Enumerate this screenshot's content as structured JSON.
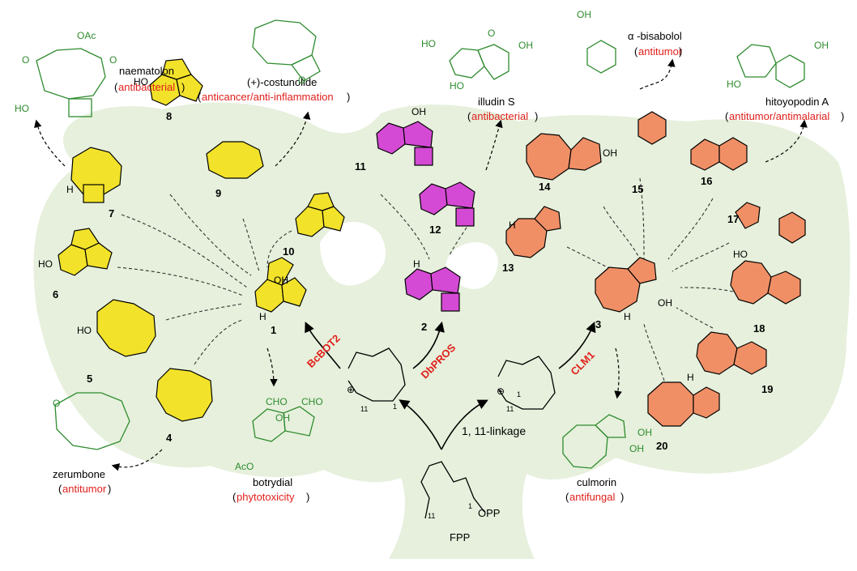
{
  "compound_numbers": {
    "c1": "1",
    "c2": "2",
    "c3": "3",
    "c4": "4",
    "c5": "5",
    "c6": "6",
    "c7": "7",
    "c8": "8",
    "c9": "9",
    "c10": "10",
    "c11": "11",
    "c12": "12",
    "c13": "13",
    "c14": "14",
    "c15": "15",
    "c16": "16",
    "c17": "17",
    "c18": "18",
    "c19": "19",
    "c20": "20"
  },
  "natural_products": {
    "naematolon": {
      "name": "naematolon",
      "activity": "antibacterial"
    },
    "costunolide": {
      "name": "(+)-costunolide",
      "activity": "anticancer/anti-inflammation"
    },
    "illudin": {
      "name": "illudin S",
      "activity": "antibacterial"
    },
    "bisabolol": {
      "name": "α -bisabolol",
      "activity": "antitumor"
    },
    "hitoyopodin": {
      "name": "hitoyopodin A",
      "activity": "antitumor/antimalarial"
    },
    "zerumbone": {
      "name": "zerumbone",
      "activity": "antitumor"
    },
    "botrydial": {
      "name": "botrydial",
      "activity": "phytotoxicity"
    },
    "culmorin": {
      "name": "culmorin",
      "activity": "antifungal"
    }
  },
  "enzymes": {
    "left": "BcBOT2",
    "middle": "DbPROS",
    "right": "CLM1"
  },
  "center": {
    "linkage": "1, 11-linkage",
    "precursor": "FPP",
    "opp": "OPP",
    "locant_1": "1",
    "locant_11": "11"
  },
  "atoms": {
    "oac": "OAc",
    "aco": "AcO",
    "o": "O",
    "oh": "OH",
    "ho": "HO",
    "h": "H",
    "cho": "CHO"
  },
  "colors": {
    "background_tree": "#e6f0dc",
    "yellow_ring": "#f2e22a",
    "magenta_ring": "#d44ad4",
    "salmon_ring": "#f08f66",
    "activity_text": "#e0201c",
    "product_structure": "#2e8b2e"
  }
}
